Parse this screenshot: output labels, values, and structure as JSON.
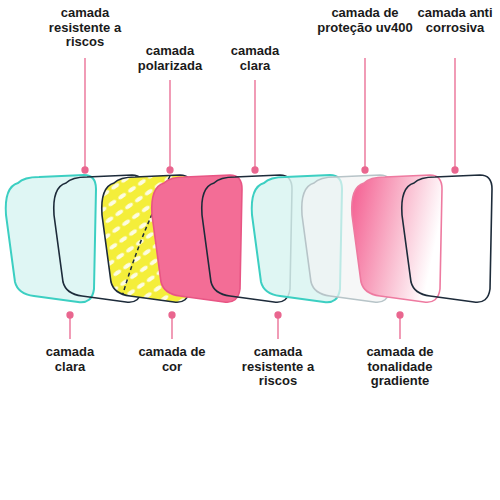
{
  "diagram": {
    "labels": [
      "camada resistente a riscos",
      "camada polarizada",
      "camada clara",
      "camada de proteção uv400",
      "camada anti corrosiva",
      "camada clara",
      "camada de cor",
      "camada resistente a riscos",
      "camada de tonalidade gradiente"
    ]
  }
}
